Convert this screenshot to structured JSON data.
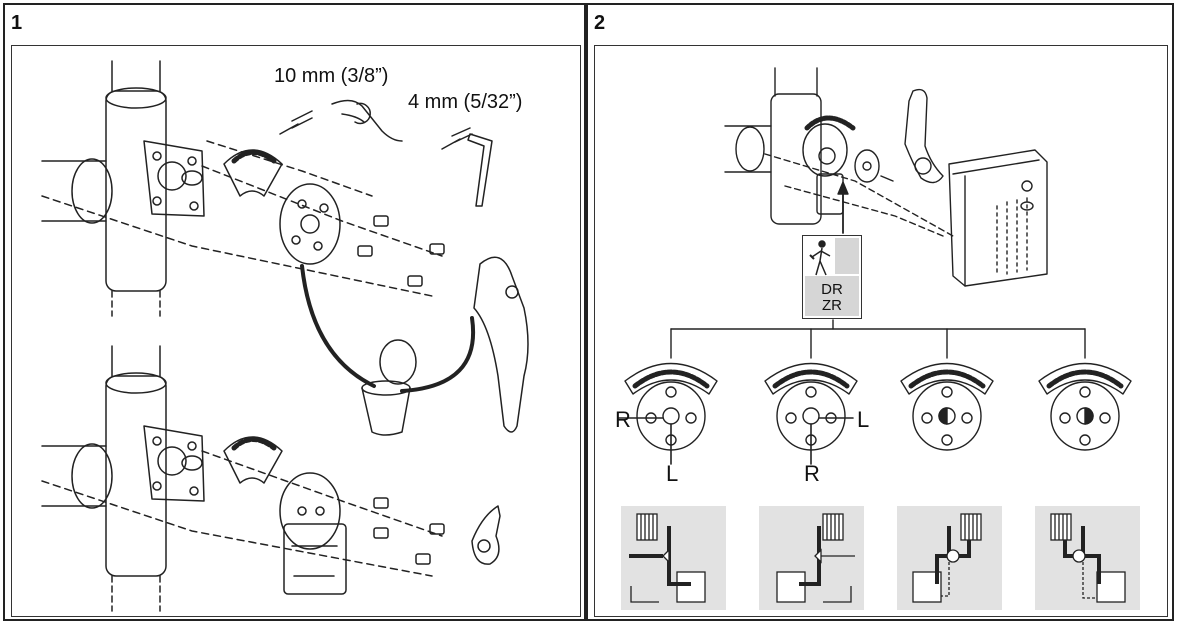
{
  "panel1": {
    "number": "1",
    "labels": {
      "wrench_size": "10 mm (3/8”)",
      "hex_key_size": "4 mm (5/32”)"
    }
  },
  "panel2": {
    "number": "2",
    "box_codes": [
      "DR",
      "ZR"
    ],
    "dial_labels": [
      "R",
      "L",
      "L",
      "R"
    ]
  },
  "colors": {
    "ink": "#222222",
    "tile_gray": "#e2e2e2"
  }
}
